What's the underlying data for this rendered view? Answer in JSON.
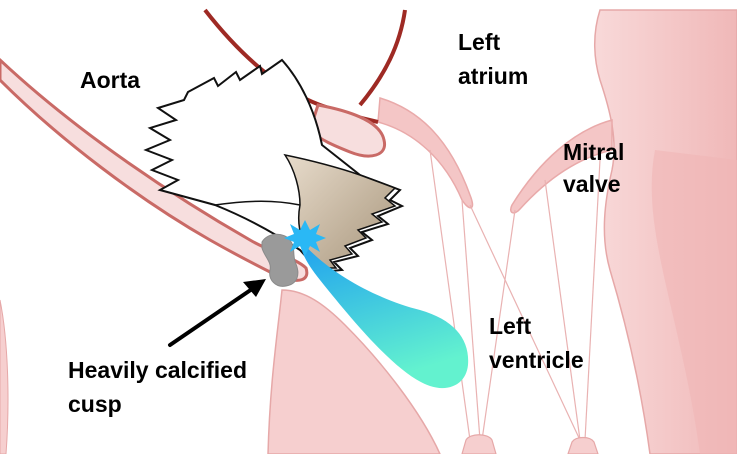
{
  "labels": {
    "aorta": "Aorta",
    "left_atrium_line1": "Left",
    "left_atrium_line2": "atrium",
    "mitral_valve_line1": "Mitral",
    "mitral_valve_line2": "valve",
    "left_ventricle_line1": "Left",
    "left_ventricle_line2": "ventricle",
    "calcified_cusp_line1": "Heavily calcified",
    "calcified_cusp_line2": "cusp"
  },
  "colors": {
    "aortic_wall": "#9e2a24",
    "aortic_wall_outline": "#c96a66",
    "tissue_fill": "#f4c3c3",
    "tissue_fill_light": "#f8dada",
    "chordae": "#e9b2b2",
    "stent_outline": "#111111",
    "valve_leaflet": "#c8b69a",
    "calcium": "#9a9a9a",
    "jet_start": "#1e9ff0",
    "jet_end": "#63f2cf",
    "leak_burst": "#2ab8f5",
    "arrow": "#000000"
  }
}
